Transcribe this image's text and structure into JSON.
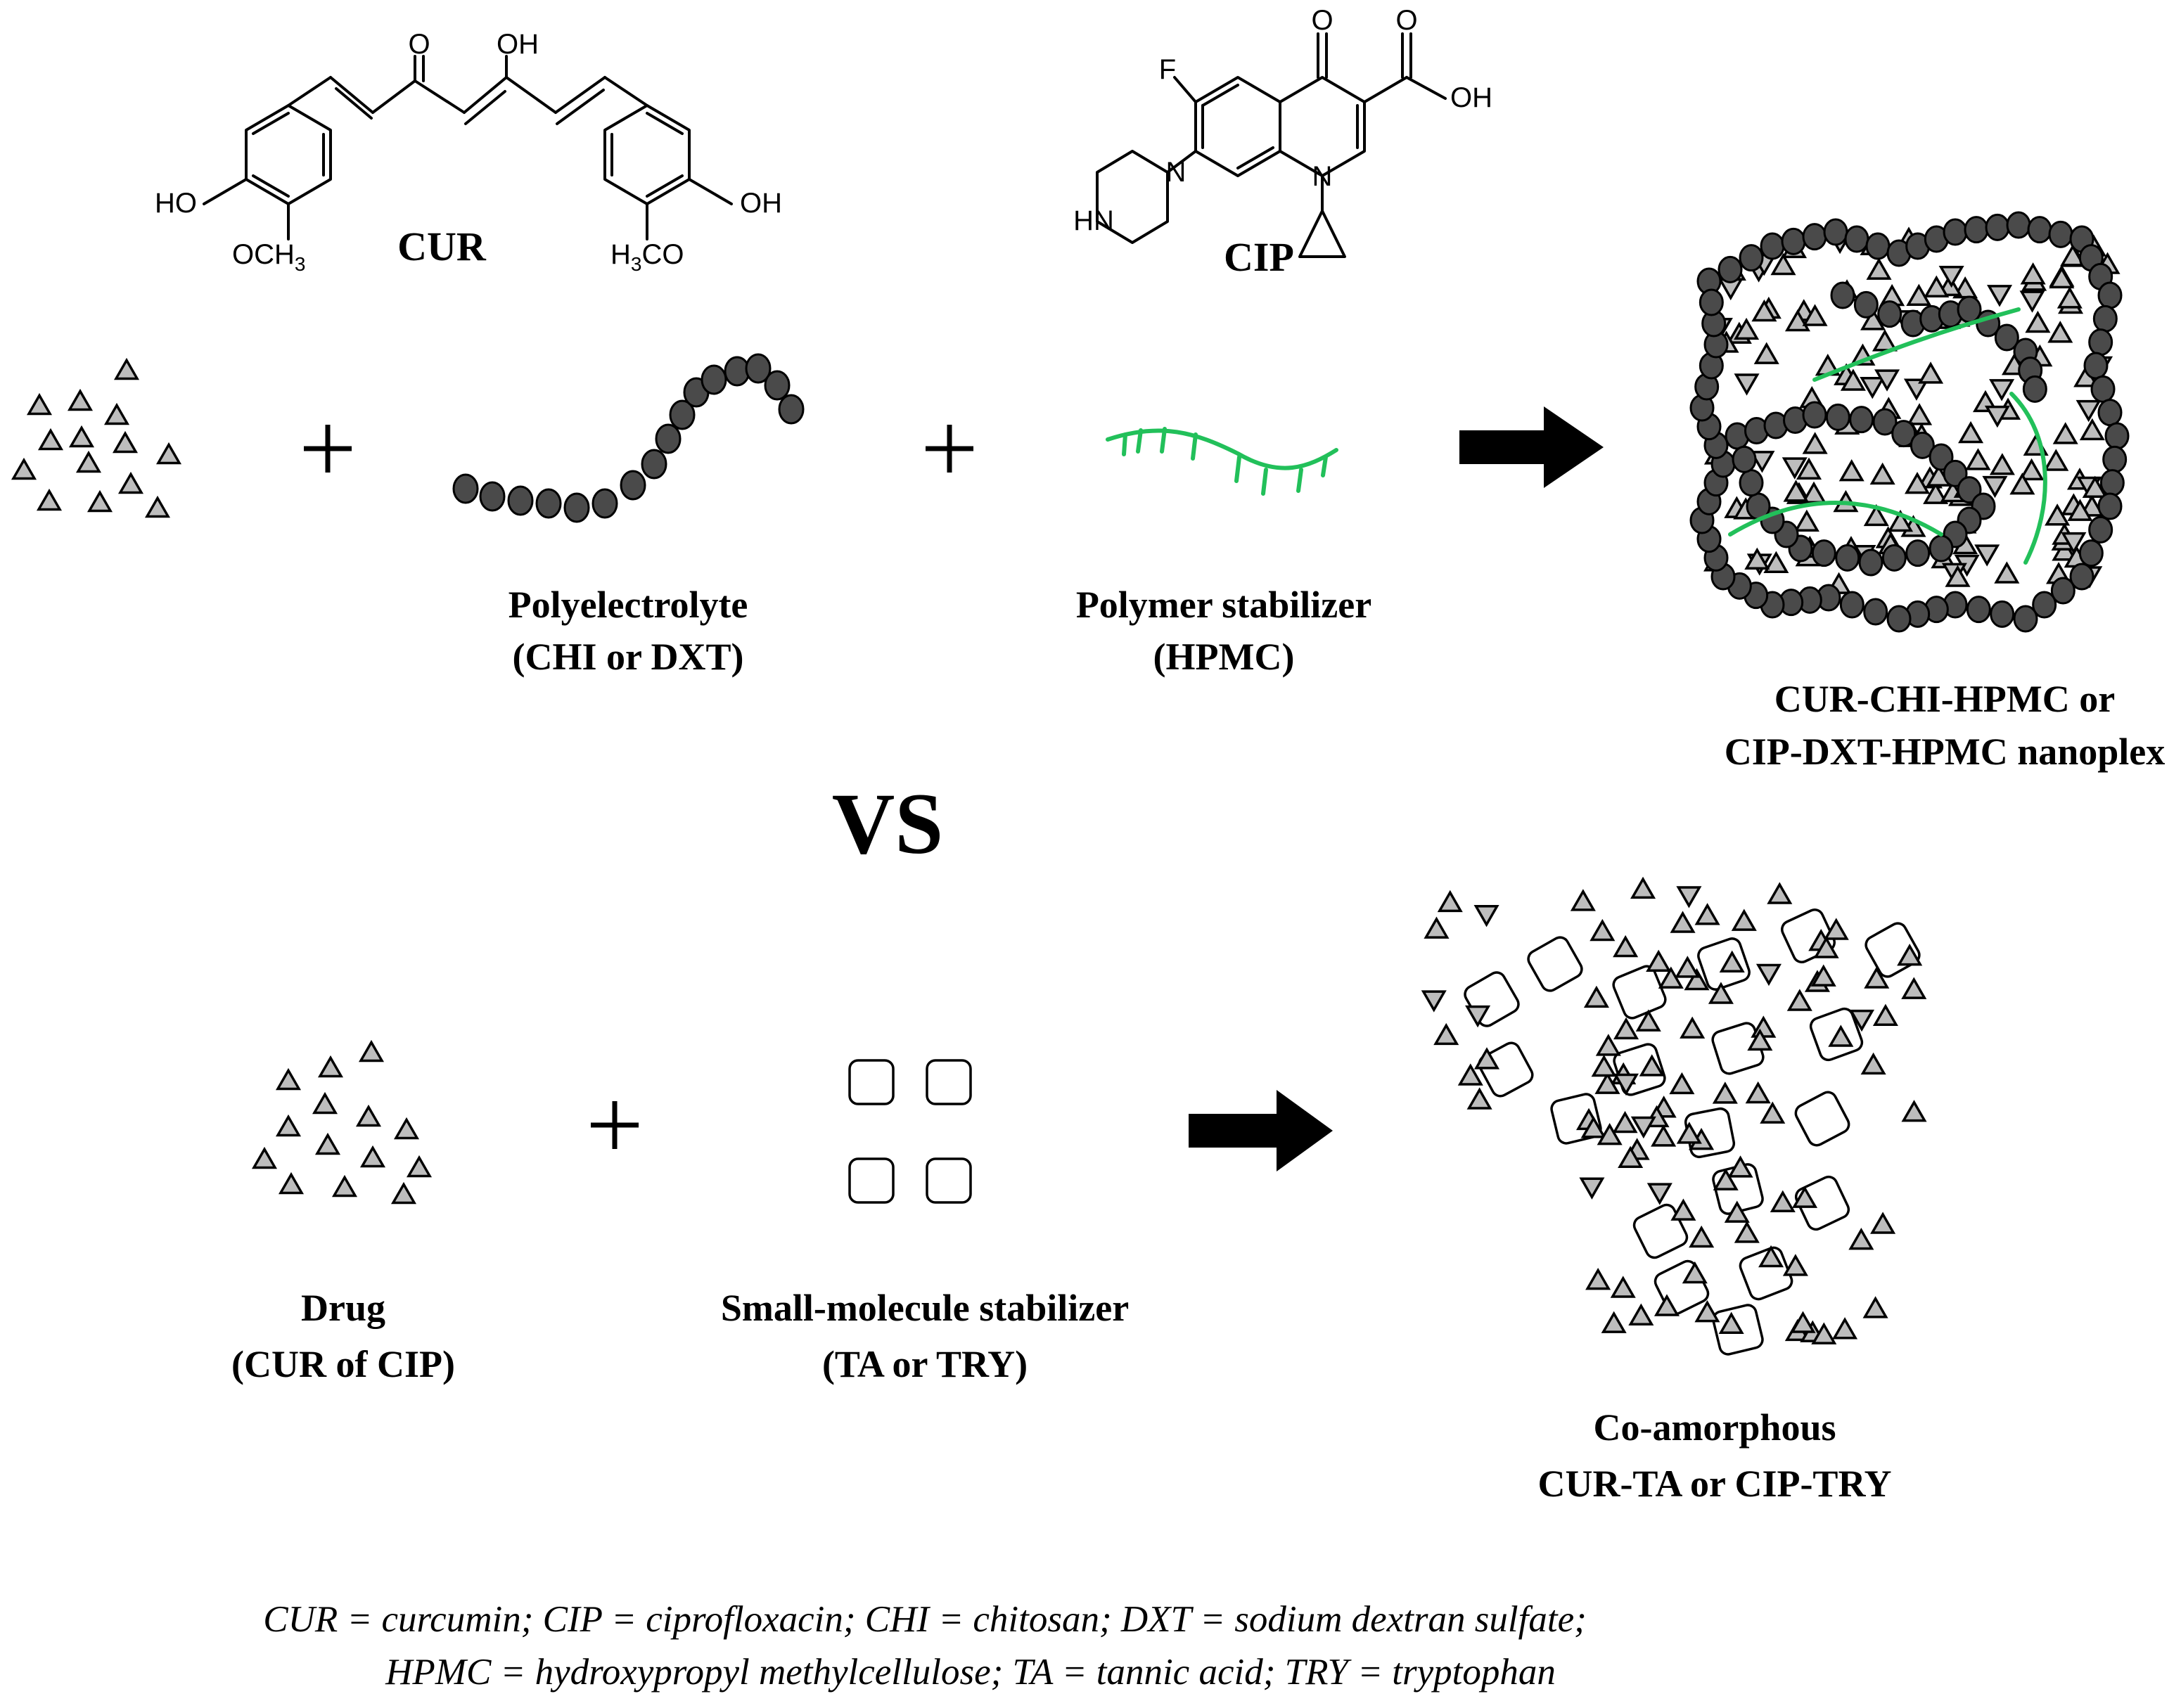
{
  "molecules": {
    "cur": {
      "name": "CUR",
      "atoms": {
        "o_top": "O",
        "oh_top": "OH",
        "ho_left": "HO",
        "och3": "OCH",
        "och3_sub": "3",
        "oh_right": "OH",
        "h3co_h": "H",
        "h3co_sub": "3",
        "h3co_co": "CO"
      }
    },
    "cip": {
      "name": "CIP",
      "atoms": {
        "f": "F",
        "o_top": "O",
        "o_acid": "O",
        "oh_acid": "OH",
        "n_ring": "N",
        "n_pip": "N",
        "hn": "HN"
      }
    }
  },
  "top_row": {
    "plus_1": "+",
    "plus_2": "+",
    "polyelectrolyte": {
      "line1": "Polyelectrolyte",
      "line2": "(CHI or DXT)"
    },
    "polymer_stabilizer": {
      "line1": "Polymer stabilizer",
      "line2": "(HPMC)"
    },
    "nanoplex": {
      "line1": "CUR-CHI-HPMC or",
      "line2": "CIP-DXT-HPMC nanoplex"
    }
  },
  "vs": "VS",
  "bottom_row": {
    "plus": "+",
    "drug": {
      "line1": "Drug",
      "line2": "(CUR of CIP)"
    },
    "small_molecule": {
      "line1": "Small-molecule stabilizer",
      "line2": "(TA or TRY)"
    },
    "coamorphous": {
      "line1": "Co-amorphous",
      "line2": "CUR-TA or CIP-TRY"
    }
  },
  "legend": {
    "line1": "CUR = curcumin; CIP = ciprofloxacin; CHI = chitosan; DXT = sodium dextran sulfate;",
    "line2": "HPMC = hydroxypropyl methylcellulose; TA = tannic acid; TRY = tryptophan"
  },
  "colors": {
    "stabilizer_polymer": "#22c05a",
    "polyelectrolyte_bead": "#4a4a4a",
    "drug_particle": "#bdbdbd"
  }
}
